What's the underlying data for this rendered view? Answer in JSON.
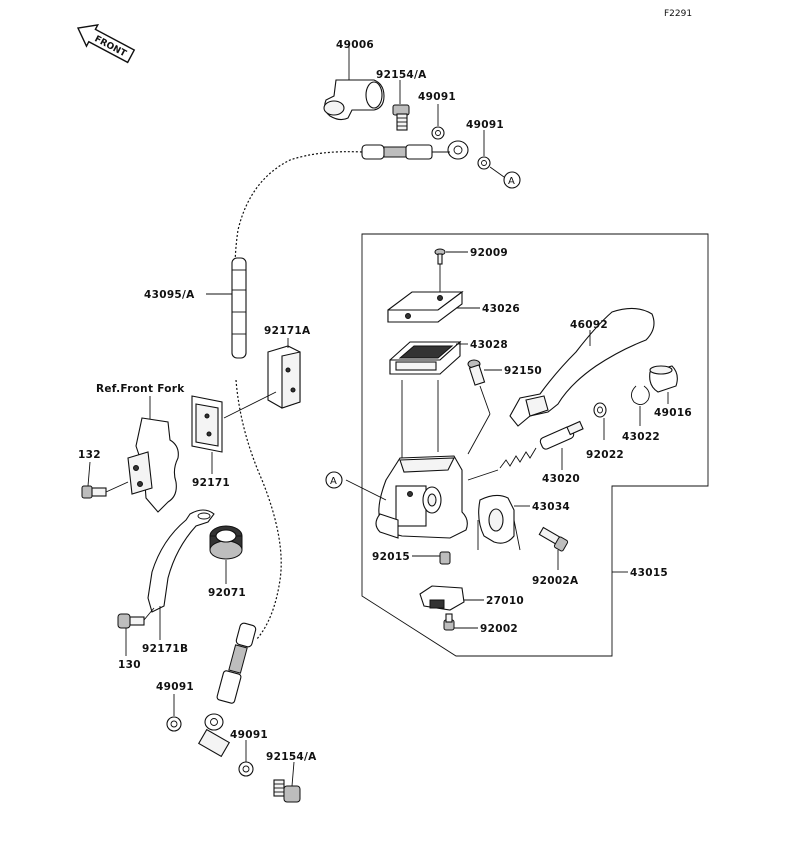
{
  "figure_code": "F2291",
  "front_label": "FRONT",
  "ref_note": "Ref.Front Fork",
  "connector_label": "A",
  "parts": {
    "p49006": "49006",
    "p92154a_top": "92154/A",
    "p49091_top1": "49091",
    "p49091_top2": "49091",
    "p92009": "92009",
    "p43026": "43026",
    "p43028": "43028",
    "p92150": "92150",
    "p46092": "46092",
    "p49016": "49016",
    "p43022": "43022",
    "p92022": "92022",
    "p43020": "43020",
    "p43034": "43034",
    "p92015": "92015",
    "p92002a": "92002A",
    "p43015": "43015",
    "p27010": "27010",
    "p92002": "92002",
    "p43095a": "43095/A",
    "p92171a": "92171A",
    "p92171": "92171",
    "p132": "132",
    "p92071": "92071",
    "p130": "130",
    "p92171b": "92171B",
    "p49091_bot1": "49091",
    "p49091_bot2": "49091",
    "p92154a_bot": "92154/A"
  }
}
